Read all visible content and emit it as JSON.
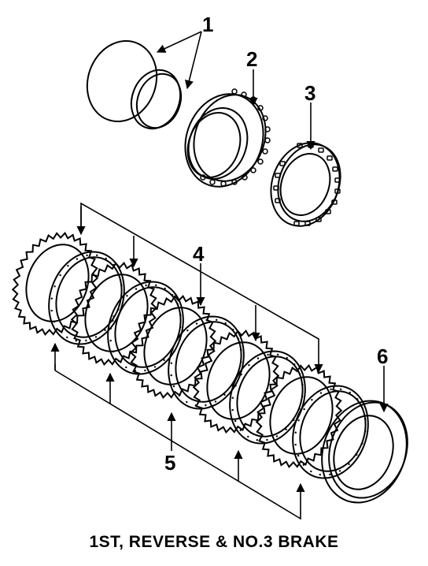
{
  "caption": "1ST, REVERSE & NO.3 BRAKE",
  "callouts": {
    "c1": "1",
    "c2": "2",
    "c3": "3",
    "c4": "4",
    "c5": "5",
    "c6": "6"
  },
  "colors": {
    "ink": "#000000",
    "paper": "#ffffff"
  }
}
